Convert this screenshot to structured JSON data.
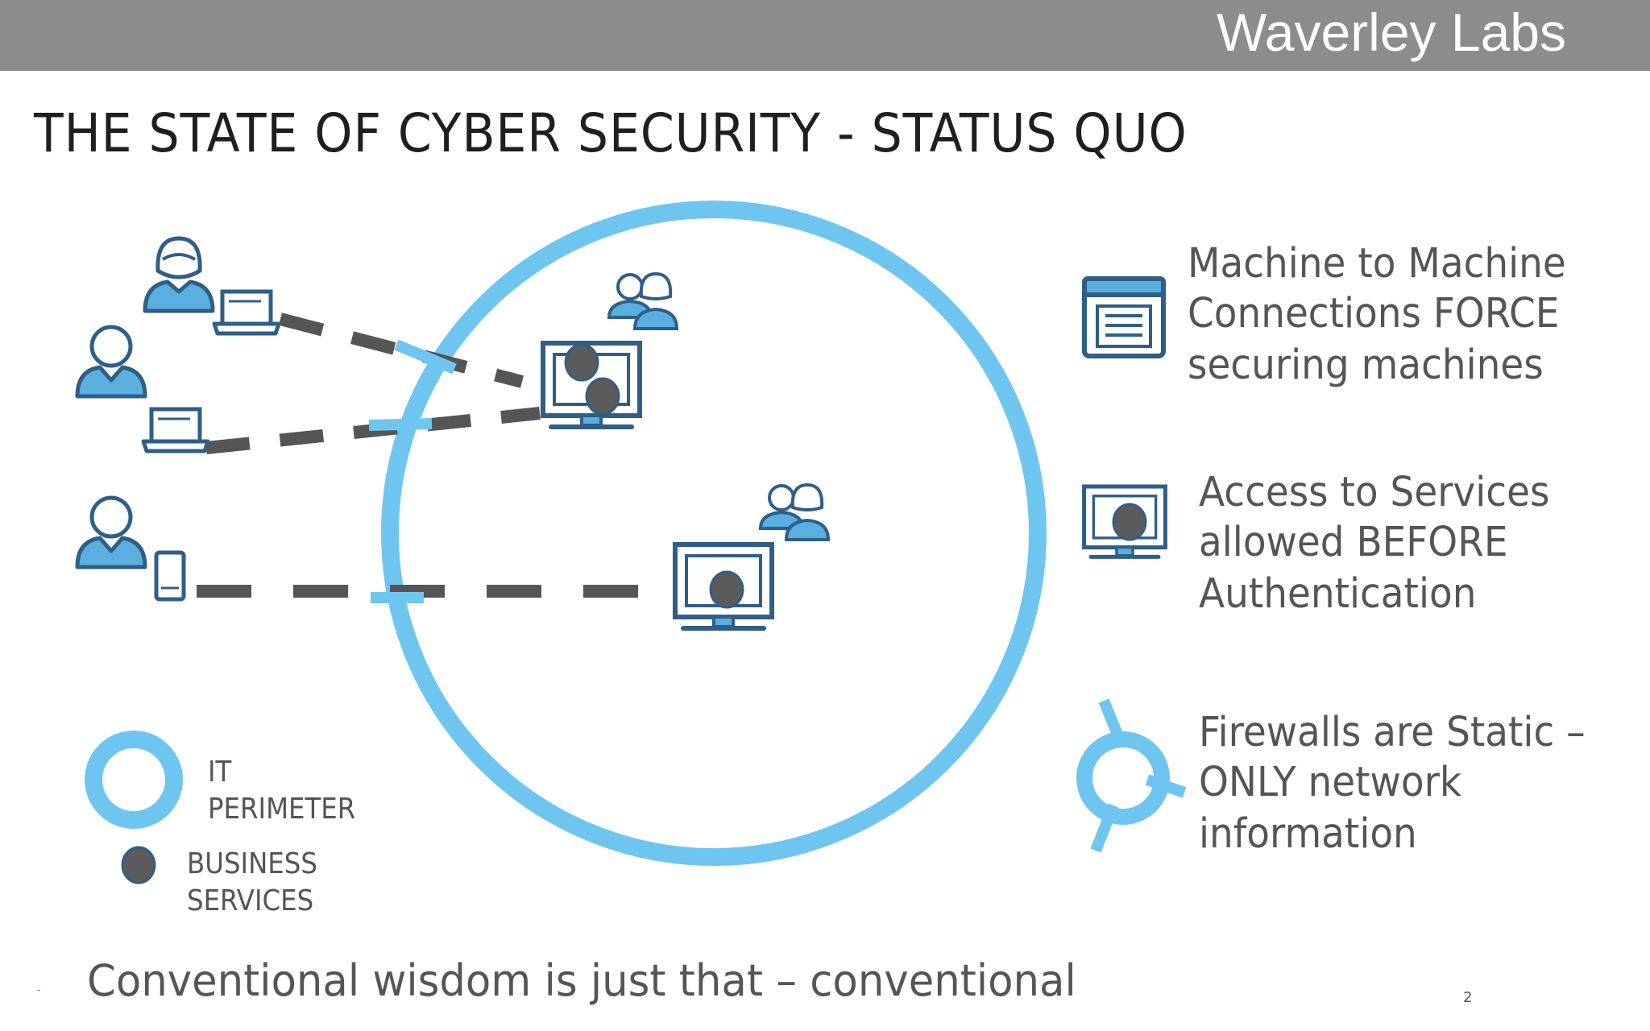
{
  "header": {
    "brand": "Waverley Labs",
    "bar_color": "#8c8c8c"
  },
  "slide": {
    "title": "THE STATE OF CYBER SECURITY - STATUS QUO",
    "page_number": "2",
    "footer": "Conventional wisdom is just that – conventional",
    "footer_marker": "-"
  },
  "legend": {
    "perimeter": [
      "IT",
      "PERIMETER"
    ],
    "services": [
      "BUSINESS",
      "SERVICES"
    ]
  },
  "bullets": [
    {
      "icon": "browser-window-icon",
      "lines": [
        "Machine to Machine",
        "Connections FORCE",
        "securing machines"
      ]
    },
    {
      "icon": "monitor-service-icon",
      "lines": [
        "Access to Services",
        "allowed BEFORE",
        "Authentication"
      ]
    },
    {
      "icon": "firewall-ring-icon",
      "lines": [
        "Firewalls are Static –",
        "ONLY network",
        "information"
      ]
    }
  ],
  "colors": {
    "perimeter": "#6ec6f0",
    "icon_stroke": "#2f5f86",
    "icon_fill": "#5aaee0",
    "service_dot": "#5b5b5b",
    "connection": "#555555"
  }
}
